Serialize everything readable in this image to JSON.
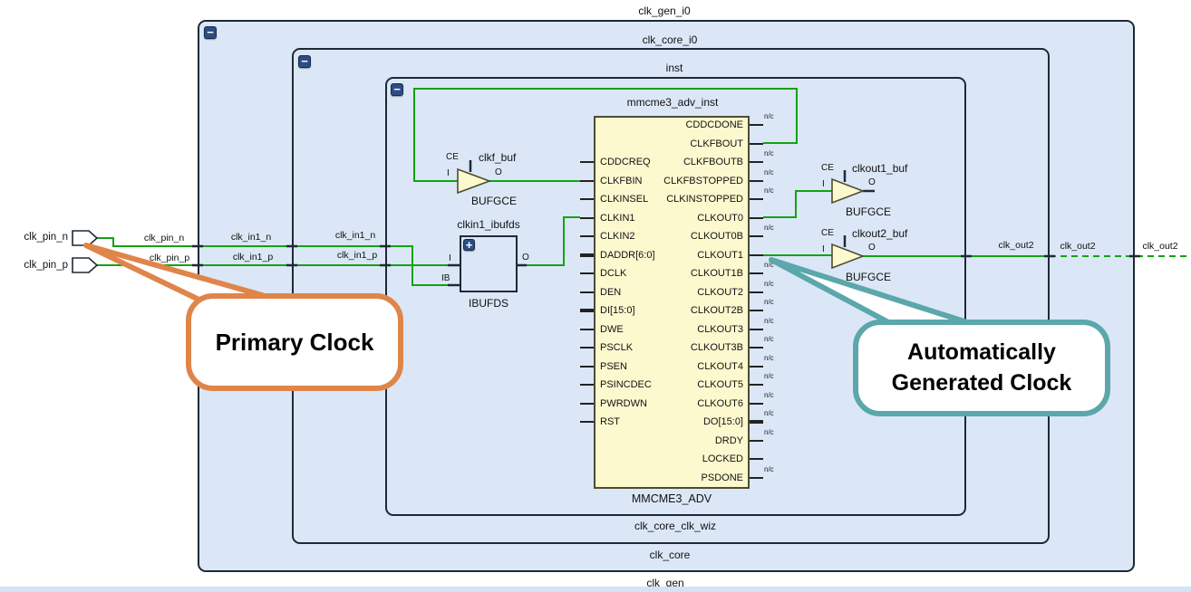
{
  "hierarchy": {
    "outer": {
      "header": "clk_gen_i0",
      "footer": "clk_gen"
    },
    "middle": {
      "header": "clk_core_i0",
      "footer": "clk_core"
    },
    "inner": {
      "header": "inst",
      "footer": "clk_core_clk_wiz"
    }
  },
  "icons": {
    "collapse": "−",
    "expand": "+"
  },
  "ports": {
    "n": "clk_pin_n",
    "p": "clk_pin_p"
  },
  "nets": {
    "pin_n": "clk_pin_n",
    "pin_p": "clk_pin_p",
    "in1_n": "clk_in1_n",
    "in1_p": "clk_in1_p",
    "out2": "clk_out2"
  },
  "ibufds": {
    "instance": "clkin1_ibufds",
    "cell": "IBUFDS",
    "pin_i": "I",
    "pin_ib": "IB",
    "pin_o": "O"
  },
  "buffers": {
    "clkf": {
      "instance": "clkf_buf",
      "cell": "BUFGCE",
      "pin_ce": "CE",
      "pin_i": "I",
      "pin_o": "O"
    },
    "clkout1": {
      "instance": "clkout1_buf",
      "cell": "BUFGCE",
      "pin_ce": "CE",
      "pin_i": "I",
      "pin_o": "O"
    },
    "clkout2": {
      "instance": "clkout2_buf",
      "cell": "BUFGCE",
      "pin_ce": "CE",
      "pin_i": "I",
      "pin_o": "O"
    }
  },
  "mmcme": {
    "instance": "mmcme3_adv_inst",
    "cell": "MMCME3_ADV",
    "nc_label": "n/c",
    "left_pins": [
      {
        "name": "CDDCREQ"
      },
      {
        "name": "CLKFBIN"
      },
      {
        "name": "CLKINSEL"
      },
      {
        "name": "CLKIN1"
      },
      {
        "name": "CLKIN2"
      },
      {
        "name": "DADDR[6:0]",
        "bus": true
      },
      {
        "name": "DCLK"
      },
      {
        "name": "DEN"
      },
      {
        "name": "DI[15:0]",
        "bus": true
      },
      {
        "name": "DWE"
      },
      {
        "name": "PSCLK"
      },
      {
        "name": "PSEN"
      },
      {
        "name": "PSINCDEC"
      },
      {
        "name": "PWRDWN"
      },
      {
        "name": "RST"
      }
    ],
    "right_pins": [
      {
        "name": "CDDCDONE",
        "nc": true
      },
      {
        "name": "CLKFBOUT"
      },
      {
        "name": "CLKFBOUTB",
        "nc": true
      },
      {
        "name": "CLKFBSTOPPED",
        "nc": true
      },
      {
        "name": "CLKINSTOPPED",
        "nc": true
      },
      {
        "name": "CLKOUT0"
      },
      {
        "name": "CLKOUT0B",
        "nc": true
      },
      {
        "name": "CLKOUT1"
      },
      {
        "name": "CLKOUT1B",
        "nc": true
      },
      {
        "name": "CLKOUT2",
        "nc": true
      },
      {
        "name": "CLKOUT2B",
        "nc": true
      },
      {
        "name": "CLKOUT3",
        "nc": true
      },
      {
        "name": "CLKOUT3B",
        "nc": true
      },
      {
        "name": "CLKOUT4",
        "nc": true
      },
      {
        "name": "CLKOUT5",
        "nc": true
      },
      {
        "name": "CLKOUT6",
        "nc": true
      },
      {
        "name": "DO[15:0]",
        "nc": true,
        "bus": true
      },
      {
        "name": "DRDY",
        "nc": true
      },
      {
        "name": "LOCKED"
      },
      {
        "name": "PSDONE",
        "nc": true
      }
    ]
  },
  "callouts": {
    "primary": {
      "text": "Primary Clock",
      "border_color": "#e0854a"
    },
    "generated": {
      "line1": "Automatically",
      "line2": "Generated Clock",
      "border_color": "#5ba7ab"
    }
  },
  "colors": {
    "wire_green": "#12a312",
    "block_fill": "#fdf9cf",
    "region_fill": "#dbe7f6"
  }
}
